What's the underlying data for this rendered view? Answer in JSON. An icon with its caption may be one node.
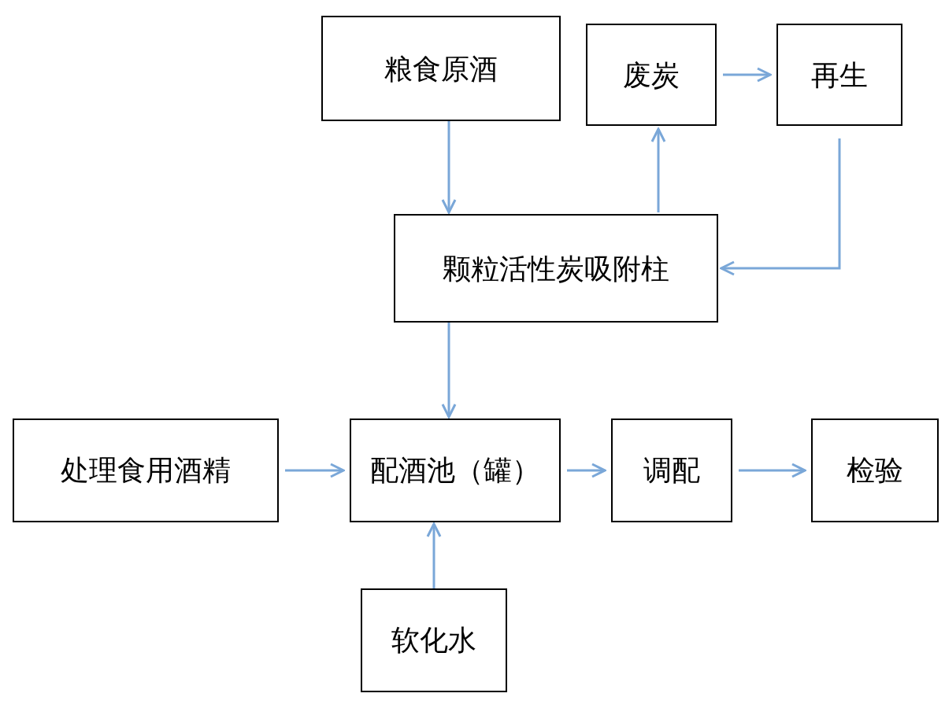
{
  "diagram": {
    "nodes": [
      {
        "text": [
          "粮食原酒"
        ]
      },
      {
        "text": [
          "废炭"
        ]
      },
      {
        "text": [
          "再生"
        ]
      },
      {
        "text": [
          "颗粒活性炭吸附柱"
        ]
      },
      {
        "text": [
          "处理食用酒精"
        ]
      },
      {
        "text": [
          "配酒池（罐）"
        ]
      },
      {
        "text": [
          "调配"
        ]
      },
      {
        "text": [
          "检验"
        ]
      },
      {
        "text": [
          "软化水"
        ]
      }
    ],
    "edges": [
      {
        "from": 0,
        "to": 3,
        "arrow": "to"
      },
      {
        "from": 3,
        "to": 1,
        "arrow": "to"
      },
      {
        "from": 1,
        "to": 2,
        "arrow": "to"
      },
      {
        "from": 2,
        "to": 3,
        "arrow": "to"
      },
      {
        "from": 3,
        "to": 5,
        "arrow": "to"
      },
      {
        "from": 4,
        "to": 5,
        "arrow": "to"
      },
      {
        "from": 5,
        "to": 6,
        "arrow": "to"
      },
      {
        "from": 6,
        "to": 7,
        "arrow": "to"
      },
      {
        "from": 8,
        "to": 5,
        "arrow": "to"
      }
    ]
  }
}
